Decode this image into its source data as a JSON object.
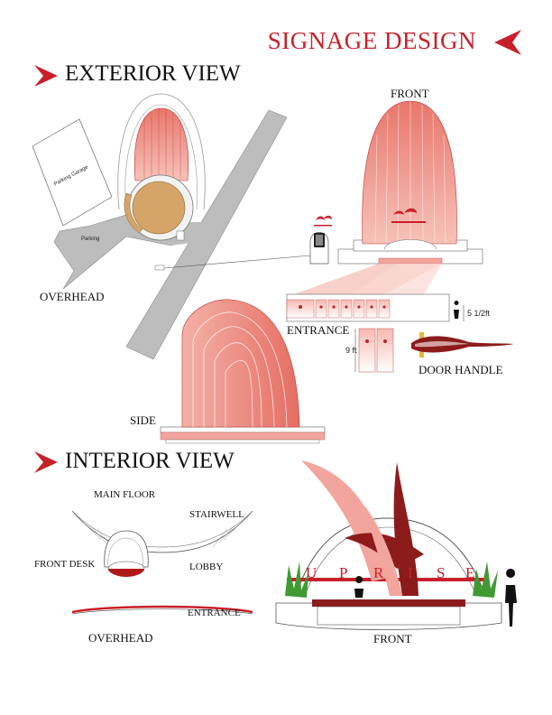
{
  "page": {
    "title": "SIGNAGE DESIGN",
    "accent_color": "#c8202a",
    "salmon_color": "#f2a59c",
    "dark_red_color": "#7e1a1a",
    "arrow_icon": "chevron-arrow-icon"
  },
  "exterior": {
    "heading": "EXTERIOR VIEW",
    "labels": {
      "front": "FRONT",
      "overhead": "OVERHEAD",
      "entrance": "ENTRANCE",
      "door_handle": "DOOR HANDLE",
      "side": "SIDE"
    },
    "dimensions": {
      "height_9ft": "9 ft",
      "height_5_5ft": "5 1/2ft"
    },
    "map_labels": {
      "parking_garage": "Parking Garage",
      "parking": "Parking"
    }
  },
  "interior": {
    "heading": "INTERIOR VIEW",
    "labels": {
      "main_floor": "MAIN FLOOR",
      "stairwell": "STAIRWELL",
      "front_desk": "FRONT DESK",
      "lobby": "LOBBY",
      "entrance": "ENTRANCE",
      "overhead": "OVERHEAD",
      "front": "FRONT"
    },
    "sign_letters": [
      "U",
      "P",
      "R",
      "I",
      "S",
      "E"
    ]
  }
}
